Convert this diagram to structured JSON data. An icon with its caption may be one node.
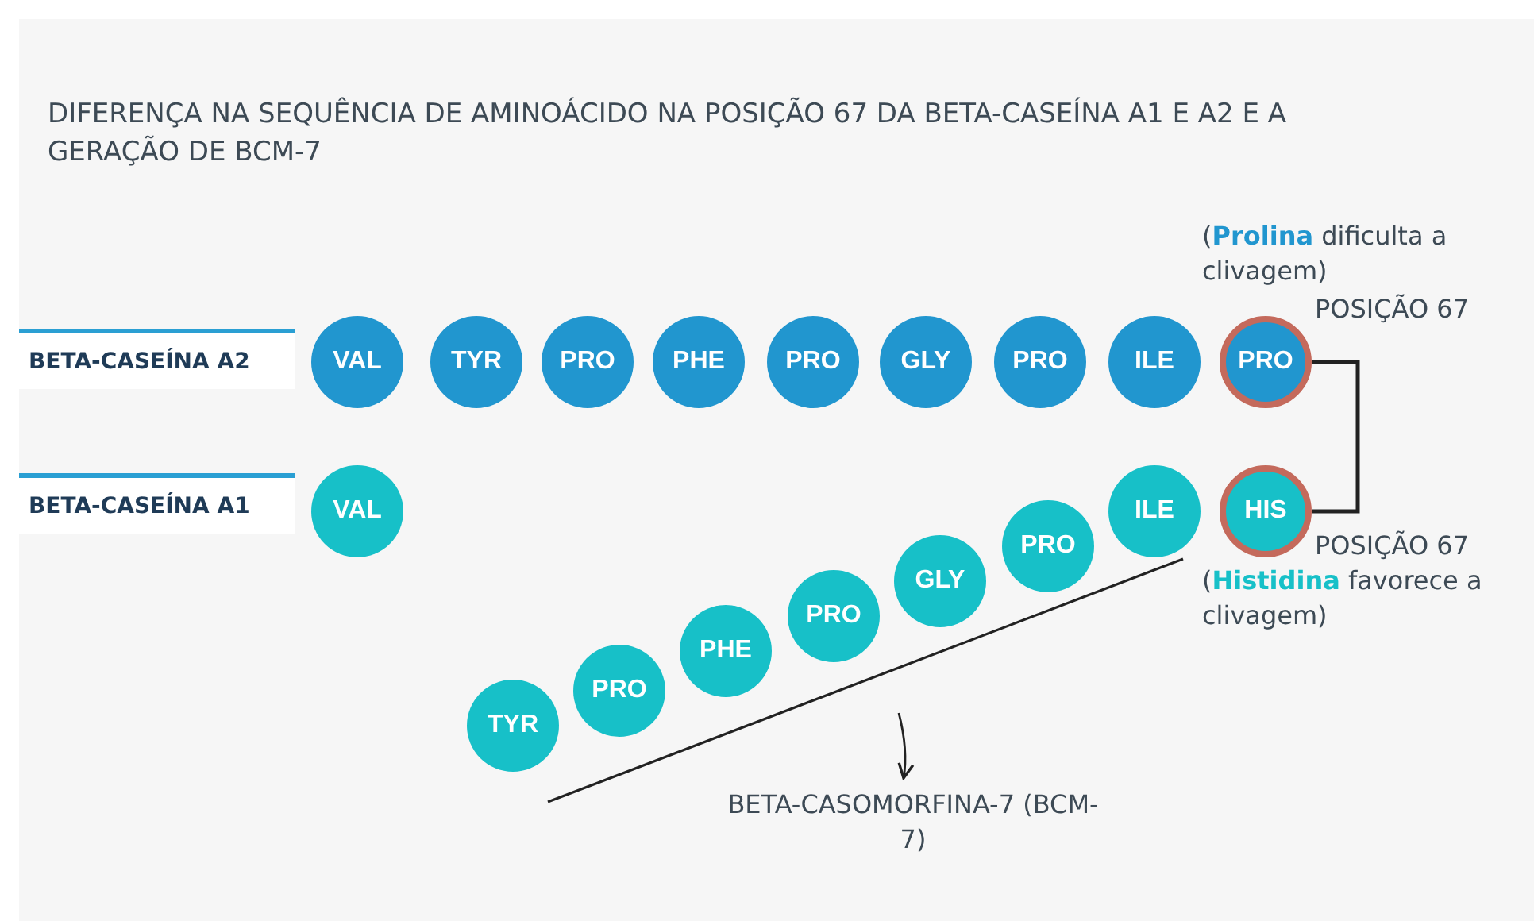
{
  "diagram": {
    "title": "DIFERENÇA NA SEQUÊNCIA DE AMINOÁCIDO NA POSIÇÃO 67 DA BETA-CASEÍNA A1 E A2 E A GERAÇÃO DE BCM-7",
    "nodes": [
      {
        "text": [
          "BETA-CASEÍNA A2"
        ]
      },
      {
        "text": [
          "VAL"
        ]
      },
      {
        "text": [
          "TYR"
        ]
      },
      {
        "text": [
          "PRO"
        ]
      },
      {
        "text": [
          "PHE"
        ]
      },
      {
        "text": [
          "PRO"
        ]
      },
      {
        "text": [
          "GLY"
        ]
      },
      {
        "text": [
          "PRO"
        ]
      },
      {
        "text": [
          "ILE"
        ]
      },
      {
        "text": [
          "PRO"
        ],
        "beside": [
          "(**Prolina** dificulta a clivagem)",
          "POSIÇÃO 67"
        ]
      },
      {
        "text": [
          "BETA-CASEÍNA A1"
        ]
      },
      {
        "text": [
          "VAL"
        ]
      },
      {
        "text": [
          "TYR"
        ]
      },
      {
        "text": [
          "PRO"
        ]
      },
      {
        "text": [
          "PHE"
        ]
      },
      {
        "text": [
          "PRO"
        ]
      },
      {
        "text": [
          "GLY"
        ]
      },
      {
        "text": [
          "PRO"
        ]
      },
      {
        "text": [
          "ILE"
        ]
      },
      {
        "text": [
          "HIS"
        ],
        "beside": [
          "POSIÇÃO 67",
          "(**Histidina** favorece a clivagem)"
        ]
      },
      {
        "text": [
          "BETA-CASOMORFINA-7 (BCM-7)"
        ]
      }
    ],
    "edges": [
      {
        "from": 9,
        "to": 19,
        "arrow": "none"
      },
      {
        "from": null,
        "to": 20,
        "arrow": "to"
      }
    ]
  }
}
